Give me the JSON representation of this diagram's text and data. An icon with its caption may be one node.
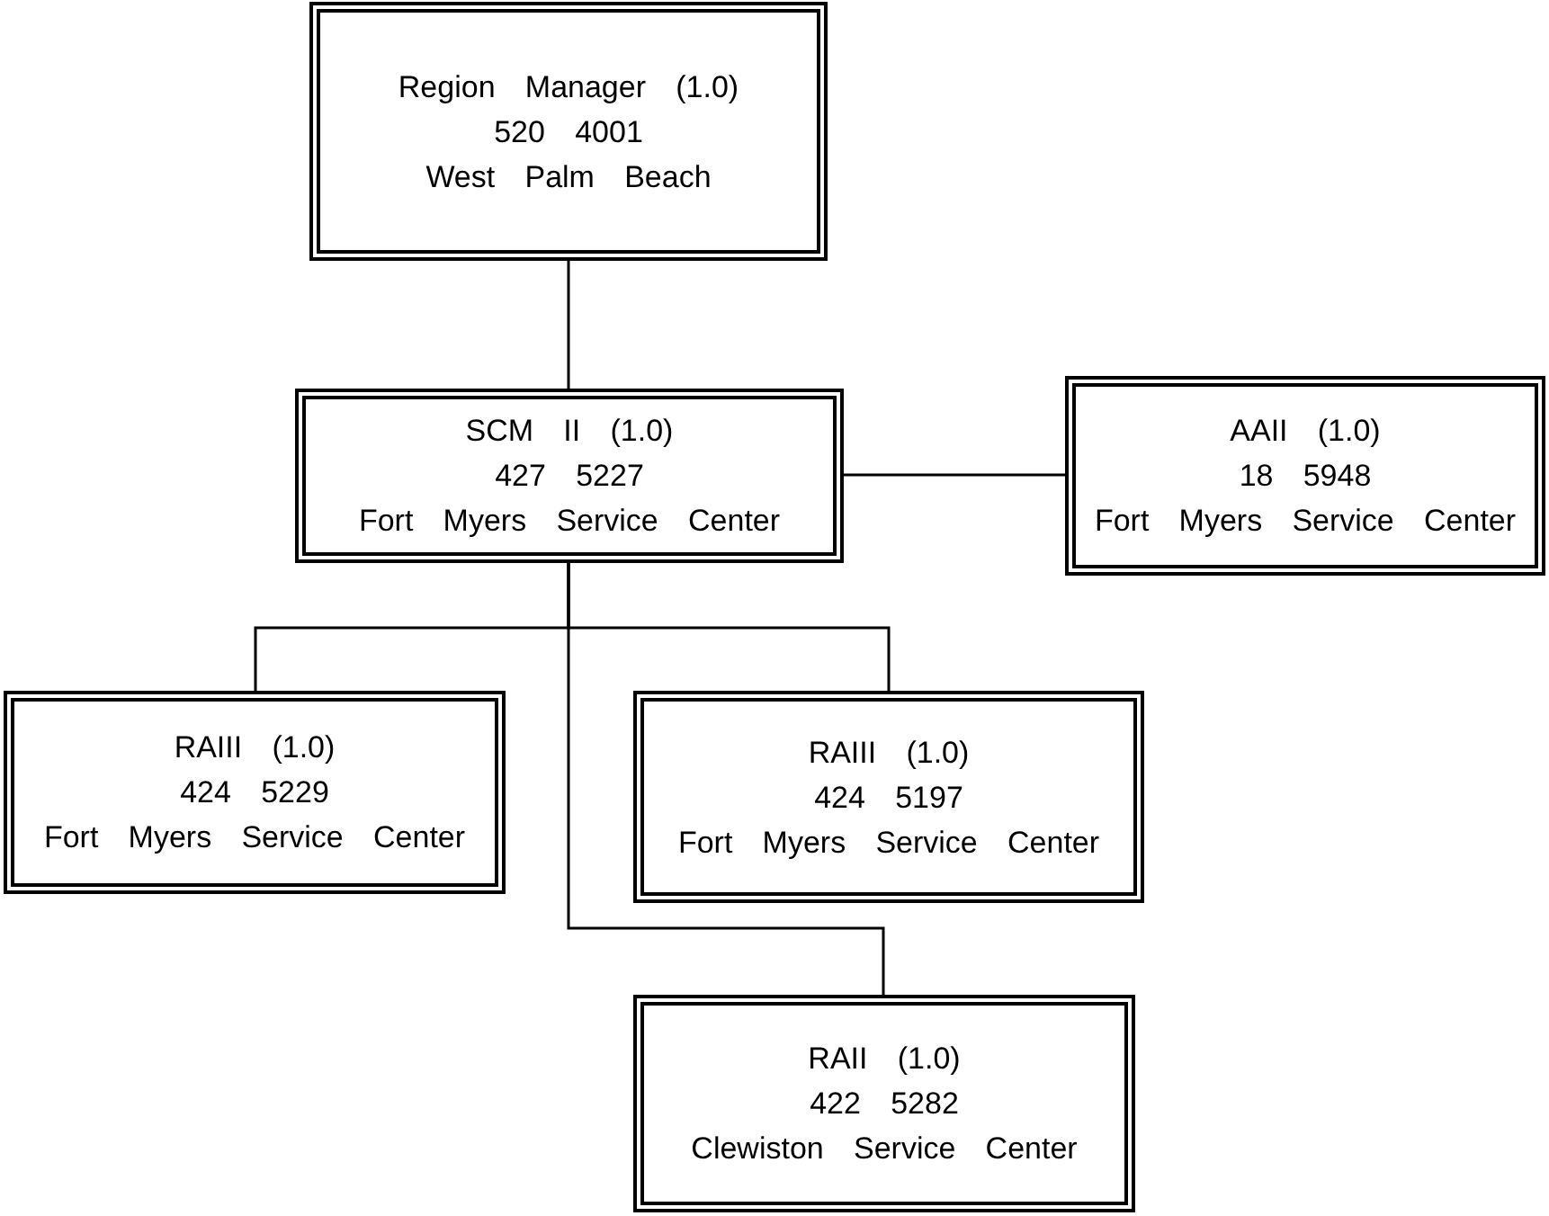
{
  "diagram": {
    "nodes": [
      {
        "text": [
          "Region Manager (1.0)",
          "520 4001",
          "West Palm Beach"
        ]
      },
      {
        "text": [
          "SCM II (1.0)",
          "427 5227",
          "Fort Myers Service Center"
        ]
      },
      {
        "text": [
          "AAII (1.0)",
          "18 5948",
          "Fort Myers Service Center"
        ]
      },
      {
        "text": [
          "RAIII (1.0)",
          "424 5229",
          "Fort Myers Service Center"
        ]
      },
      {
        "text": [
          "RAIII (1.0)",
          "424 5197",
          "Fort Myers Service Center"
        ]
      },
      {
        "text": [
          "RAII (1.0)",
          "422 5282",
          "Clewiston Service Center"
        ]
      }
    ],
    "edges": [
      {
        "from": 0,
        "to": 1,
        "arrow": "none"
      },
      {
        "from": 1,
        "to": 2,
        "arrow": "none"
      },
      {
        "from": 1,
        "to": 3,
        "arrow": "none"
      },
      {
        "from": 1,
        "to": 4,
        "arrow": "none"
      },
      {
        "from": 1,
        "to": 5,
        "arrow": "none"
      }
    ]
  }
}
